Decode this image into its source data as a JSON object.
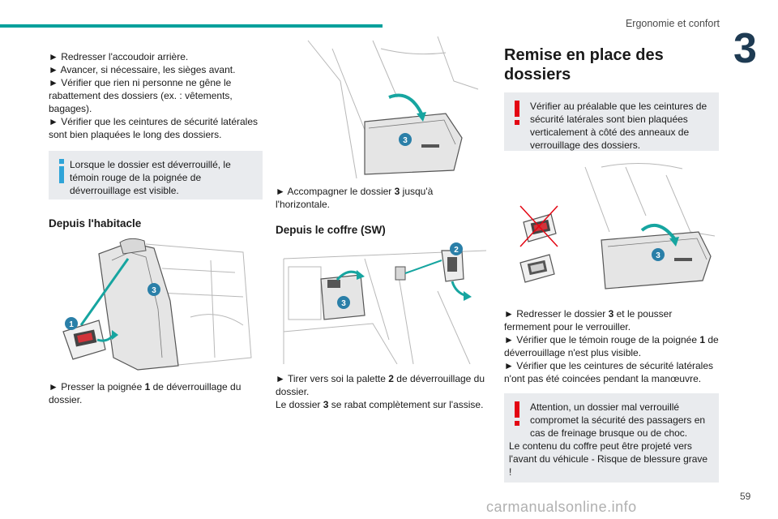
{
  "header": {
    "title": "Ergonomie et confort",
    "chapter": "3"
  },
  "col1": {
    "steps": [
      "► Redresser l'accoudoir arrière.",
      "► Avancer, si nécessaire, les sièges avant.",
      "► Vérifier que rien ni personne ne gêne le rabattement des dossiers (ex. : vêtements, bagages).",
      "► Vérifier que les ceintures de sécurité latérales sont bien plaquées le long des dossiers."
    ],
    "info": "Lorsque le dossier est déverrouillé, le témoin rouge de la poignée de déverrouillage est visible.",
    "heading": "Depuis l'habitacle",
    "step_pre": "► Presser la poignée ",
    "step_num": "1",
    "step_post": " de déverrouillage du dossier."
  },
  "col2": {
    "step1_pre": "► Accompagner le dossier ",
    "step1_num": "3",
    "step1_post": " jusqu'à l'horizontale.",
    "heading": "Depuis le coffre (SW)",
    "step2_pre": "► Tirer vers soi la palette ",
    "step2_num": "2",
    "step2_post": " de déverrouillage du dossier.",
    "note_pre": "Le dossier ",
    "note_num": "3",
    "note_post": " se rabat complètement sur l'assise."
  },
  "col3": {
    "heading": "Remise en place des dossiers",
    "warning1": "Vérifier au préalable que les ceintures de sécurité latérales sont bien plaquées verticalement à côté des anneaux de verrouillage des dossiers.",
    "step1_pre": "► Redresser le dossier ",
    "step1_num": "3",
    "step1_post": " et le pousser fermement pour le verrouiller.",
    "step2_pre": "► Vérifier que le témoin rouge de la poignée ",
    "step2_num": "1",
    "step2_post": " de déverrouillage n'est plus visible.",
    "step3": "► Vérifier que les ceintures de sécurité latérales n'ont pas été coincées pendant la manœuvre.",
    "warning2_l1": "Attention, un dossier mal verrouillé compromet la sécurité des passagers en cas de freinage brusque ou de choc.",
    "warning2_l2": "Le contenu du coffre peut être projeté vers l'avant du véhicule - Risque de blessure grave !"
  },
  "figures": {
    "fig1_labels": [
      "3",
      "1"
    ],
    "fig2_labels": [
      "3"
    ],
    "fig3_labels": [
      "2",
      "3"
    ],
    "fig4_labels": [
      "3"
    ]
  },
  "footer": {
    "page": "59",
    "watermark": "carmanualsonline.info"
  },
  "colors": {
    "accent": "#00a09b",
    "info": "#2fa4d8",
    "warning": "#e30613",
    "badge": "#2a7fa8"
  }
}
